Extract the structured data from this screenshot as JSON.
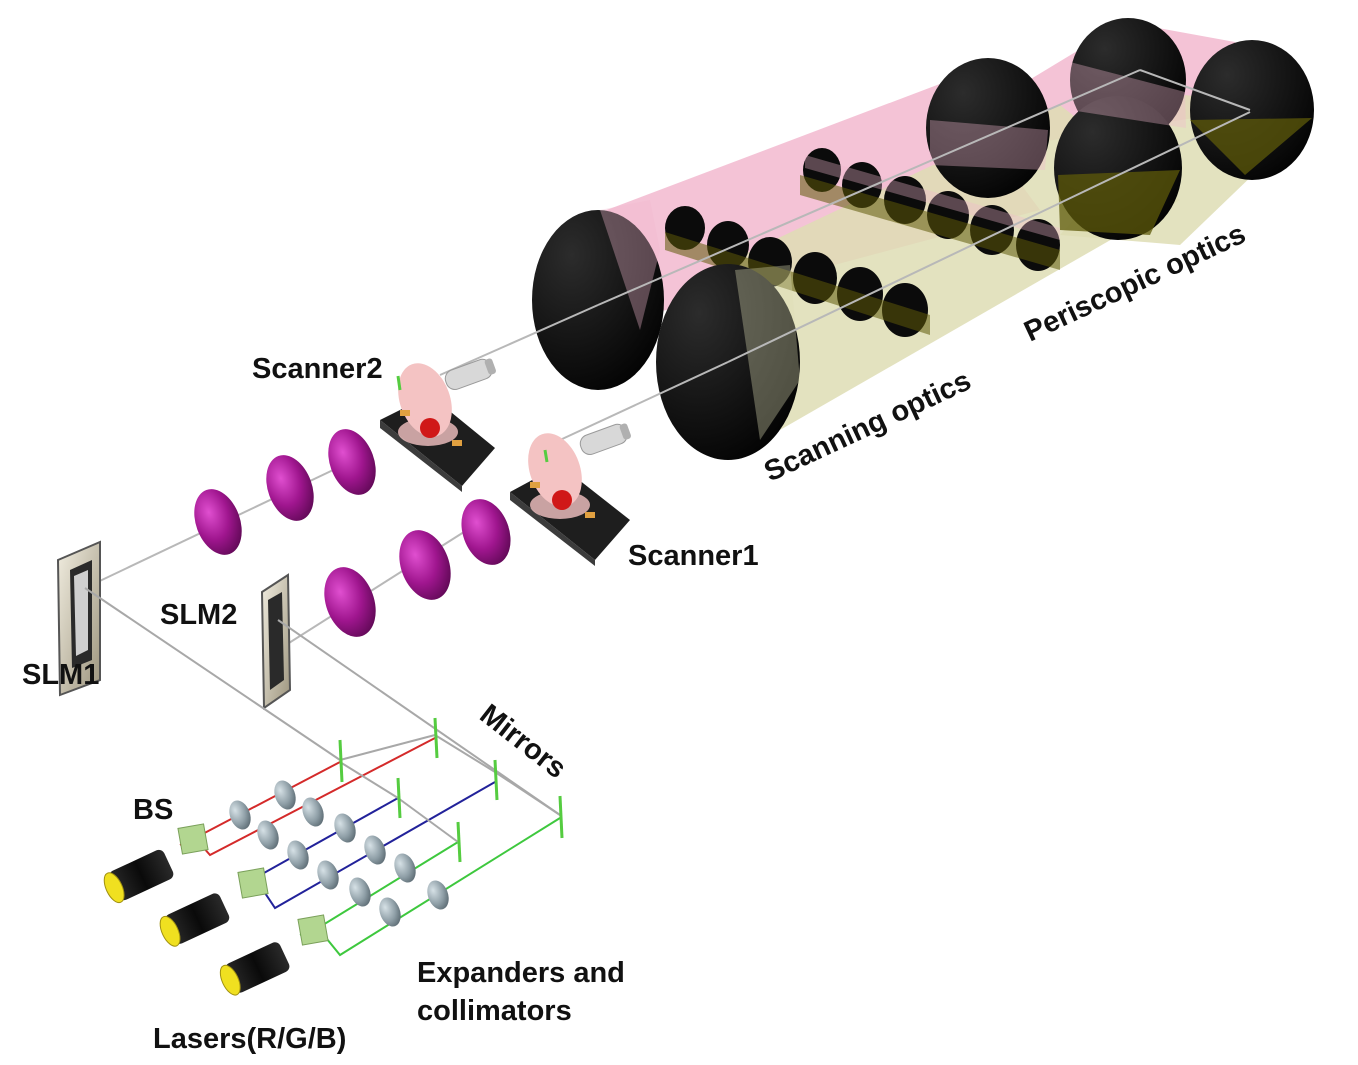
{
  "labels": {
    "scanner2": "Scanner2",
    "scanner1": "Scanner1",
    "slm1": "SLM1",
    "slm2": "SLM2",
    "mirrors": "Mirrors",
    "bs": "BS",
    "lasers": "Lasers(R/G/B)",
    "expanders_line1": "Expanders and",
    "expanders_line2": "collimators",
    "scanning_optics": "Scanning optics",
    "periscopic_optics": "Periscopic optics"
  },
  "colors": {
    "red_beam": "#d42a2a",
    "blue_beam": "#22229a",
    "green_beam": "#3ec83e",
    "lens_magenta": "#a0168f",
    "lens_grey": "#8e9ea6",
    "beam_pink": "#f2b8cf",
    "beam_olive": "#deddb4",
    "big_lens": "#0b0b0b",
    "laser_body": "#141414",
    "laser_cap": "#f0e020",
    "beam_splitter": "#b2d690"
  }
}
